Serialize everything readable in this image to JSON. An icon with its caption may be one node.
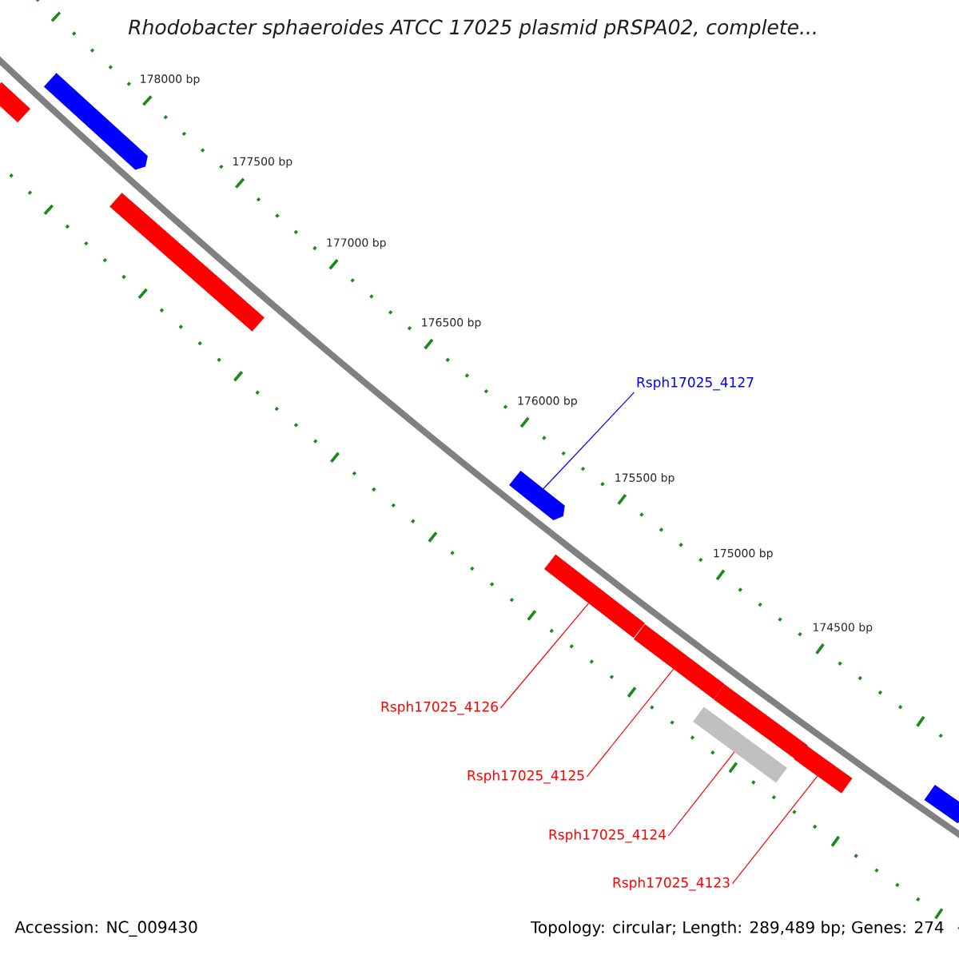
{
  "diagram": {
    "title": "*Rhodobacter sphaeroides* ATCC 17025 plasmid pRSPA02, complete...",
    "nodes": [
      {
        "text": [],
        "shape": "box"
      },
      {
        "text": [],
        "shape": "arrow"
      },
      {
        "text": [],
        "shape": "box"
      },
      {
        "text": [],
        "shape": "arrow"
      },
      {
        "text": [],
        "shape": "box"
      },
      {
        "text": [],
        "shape": "box"
      },
      {
        "text": [],
        "shape": "box"
      },
      {
        "text": [],
        "shape": "box"
      },
      {
        "text": [],
        "shape": "box"
      },
      {
        "text": [],
        "shape": "arrow"
      },
      {
        "text": [
          "Rsph17025_4127"
        ]
      },
      {
        "text": [
          "Rsph17025_4126"
        ]
      },
      {
        "text": [
          "Rsph17025_4125"
        ]
      },
      {
        "text": [
          "Rsph17025_4124"
        ]
      },
      {
        "text": [
          "Rsph17025_4123"
        ]
      }
    ],
    "edges": [
      {
        "from": 10,
        "to": 3,
        "arrow": "none",
        "color": "#0000ff"
      },
      {
        "from": 11,
        "to": 4,
        "arrow": "none"
      },
      {
        "from": 12,
        "to": 5,
        "arrow": "none"
      },
      {
        "from": 13,
        "to": 7,
        "arrow": "none"
      },
      {
        "from": 14,
        "to": 8,
        "arrow": "none"
      }
    ],
    "labels": [
      "178000 bp",
      "177500 bp",
      "177000 bp",
      "176500 bp",
      "176000 bp",
      "175500 bp",
      "175000 bp",
      "174500 bp",
      "Accession: NC_009430",
      "Topology: circular; Length: 289,489 bp; Genes: 274"
    ]
  }
}
